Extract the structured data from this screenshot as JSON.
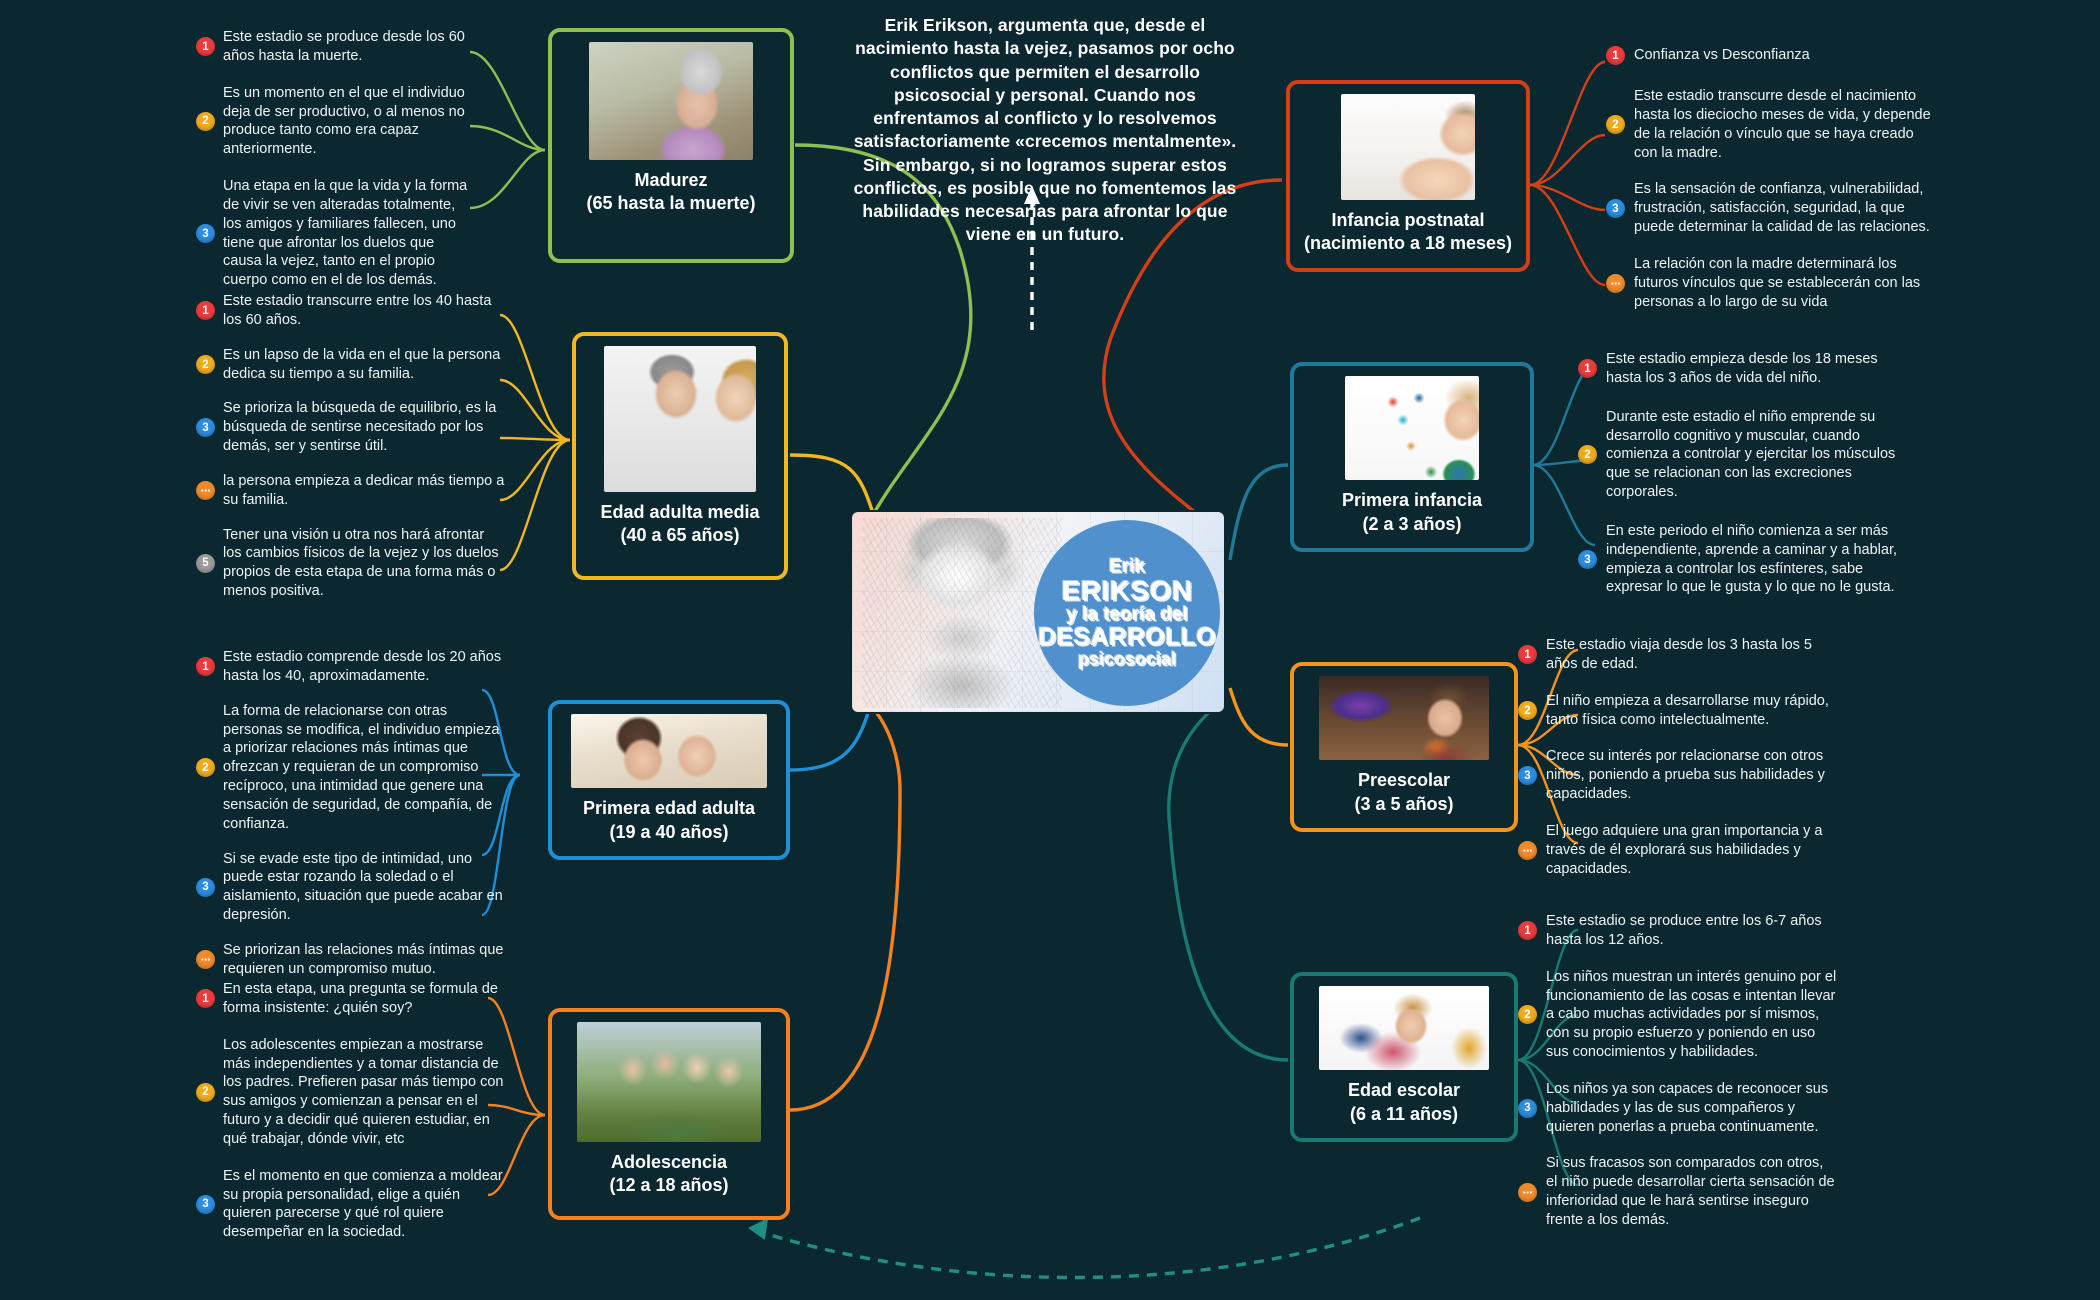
{
  "header": {
    "paragraph": "Erik Erikson,  argumenta que, desde el nacimiento hasta la vejez, pasamos por ocho conflictos que permiten el desarrollo psicosocial y personal. Cuando nos enfrentamos al conflicto y lo resolvemos satisfactoriamente «crecemos mentalmente». Sin embargo, si no logramos superar estos conflictos, es posible que no fomentemos las habilidades necesarias para afrontar lo que viene en un futuro."
  },
  "center": {
    "line1": "Erik",
    "line2": "ERIKSON",
    "line3": "y la teoría del",
    "line4": "DESARROLLO",
    "line5": "psicosocial",
    "disc_color": "#4f90cd",
    "portrait_name": "erik-erikson-portrait"
  },
  "palette": {
    "background": "#0b2730",
    "text": "#eef3f5",
    "badge1": "#ec3b3b",
    "badge2": "#f0ab1d",
    "badge3": "#2b8ce0",
    "badge4": "#f08a2c",
    "badge5": "#9a9a9a"
  },
  "stages": [
    {
      "id": "madurez",
      "title": "Madurez",
      "range": "(65 hasta la muerte)",
      "color": "#8cc152",
      "side": "left",
      "photo": "elderly-woman-photo",
      "bullets": [
        {
          "n": "1",
          "text": "Este estadio se produce desde los 60 años hasta la muerte."
        },
        {
          "n": "2",
          "text": "Es un momento en el que el individuo deja de ser productivo, o al menos no produce tanto como era capaz anteriormente."
        },
        {
          "n": "3",
          "text": "Una etapa en la que la vida y la forma de vivir se ven alteradas totalmente, los amigos y familiares fallecen, uno tiene que afrontar los duelos que causa la vejez, tanto en el propio cuerpo como en el de los demás."
        }
      ]
    },
    {
      "id": "edad-adulta-media",
      "title": "Edad adulta media",
      "range": "(40 a 65 años)",
      "color": "#f2b824",
      "side": "left",
      "photo": "middle-aged-couple-photo",
      "bullets": [
        {
          "n": "1",
          "text": "Este estadio transcurre entre los 40 hasta los 60 años."
        },
        {
          "n": "2",
          "text": "Es un lapso de la vida en el que la persona dedica su tiempo a su familia."
        },
        {
          "n": "3",
          "text": "Se prioriza la búsqueda de equilibrio, es la búsqueda de sentirse necesitado por los demás, ser y sentirse útil."
        },
        {
          "n": "4",
          "text": "la persona empieza a dedicar más tiempo a su familia."
        },
        {
          "n": "5",
          "text": "Tener una visión u otra nos hará afrontar los cambios físicos de la vejez y los duelos propios de esta etapa de una forma más o menos positiva."
        }
      ]
    },
    {
      "id": "primera-edad-adulta",
      "title": "Primera edad adulta",
      "range": "(19 a 40 años)",
      "color": "#1f8fd6",
      "side": "left",
      "photo": "young-couple-photo",
      "bullets": [
        {
          "n": "1",
          "text": "Este estadio comprende desde los 20 años hasta los 40, aproximadamente."
        },
        {
          "n": "2",
          "text": "La forma de relacionarse con otras personas se modifica, el individuo empieza a priorizar relaciones más íntimas que ofrezcan y requieran de un compromiso recíproco, una intimidad que genere una sensación de seguridad, de compañía, de confianza."
        },
        {
          "n": "3",
          "text": "Si se evade este tipo de intimidad, uno puede estar rozando la soledad o el aislamiento, situación que puede acabar en depresión."
        },
        {
          "n": "4",
          "text": "Se priorizan las relaciones más íntimas que requieren un compromiso mutuo."
        }
      ]
    },
    {
      "id": "adolescencia",
      "title": "Adolescencia",
      "range": "(12 a 18 años)",
      "color": "#f4801f",
      "side": "left",
      "photo": "teenagers-group-photo",
      "bullets": [
        {
          "n": "1",
          "text": "En esta etapa, una pregunta se formula de forma insistente: ¿quién soy?"
        },
        {
          "n": "2",
          "text": "Los adolescentes empiezan a mostrarse más independientes y a tomar distancia de los padres. Prefieren pasar más tiempo con sus amigos y comienzan a pensar en el futuro y a decidir qué quieren estudiar, en qué trabajar, dónde vivir, etc"
        },
        {
          "n": "3",
          "text": "Es el momento en que comienza a moldear su propia personalidad, elige a quién quieren parecerse y qué rol quiere desempeñar en la sociedad."
        }
      ]
    },
    {
      "id": "infancia-postnatal",
      "title": "Infancia postnatal",
      "range": "(nacimiento a 18 meses)",
      "color": "#d43f17",
      "side": "right",
      "photo": "baby-photo",
      "bullets": [
        {
          "n": "1",
          "text": "Confianza vs Desconfianza"
        },
        {
          "n": "2",
          "text": "Este estadio transcurre desde el nacimiento hasta los dieciocho meses de vida, y depende de la relación o vínculo que se haya creado con la madre."
        },
        {
          "n": "3",
          "text": "Es la sensación de confianza, vulnerabilidad, frustración, satisfacción, seguridad, la que puede determinar la calidad de las relaciones."
        },
        {
          "n": "4",
          "text": "La relación con la madre determinará los futuros vínculos que se establecerán con las personas a lo largo de su vida"
        }
      ]
    },
    {
      "id": "primera-infancia",
      "title": "Primera infancia",
      "range": "(2 a 3 años)",
      "color": "#1f7a99",
      "side": "right",
      "photo": "toddler-with-globe-photo",
      "bullets": [
        {
          "n": "1",
          "text": "Este estadio empieza desde los 18 meses hasta los 3 años de vida del niño."
        },
        {
          "n": "2",
          "text": "Durante este estadio el niño emprende su desarrollo cognitivo y muscular, cuando comienza a controlar y ejercitar los músculos que se relacionan con las excreciones corporales."
        },
        {
          "n": "3",
          "text": "En este periodo el niño comienza a ser más independiente, aprende a caminar y a hablar, empieza a controlar los esfínteres, sabe expresar lo que le gusta y lo que no le gusta."
        }
      ]
    },
    {
      "id": "preescolar",
      "title": "Preescolar",
      "range": "(3 a 5 años)",
      "color": "#f2941f",
      "side": "right",
      "photo": "preschool-child-painting-photo",
      "bullets": [
        {
          "n": "1",
          "text": "Este estadio viaja desde los 3 hasta los 5 años de edad."
        },
        {
          "n": "2",
          "text": "El niño empieza a desarrollarse muy rápido, tanto física como intelectualmente."
        },
        {
          "n": "3",
          "text": "Crece su interés por relacionarse con otros niños, poniendo a prueba sus habilidades y capacidades."
        },
        {
          "n": "4",
          "text": "El juego adquiere una gran importancia y a través de él explorará sus habilidades y capacidades."
        }
      ]
    },
    {
      "id": "edad-escolar",
      "title": "Edad escolar",
      "range": "(6 a 11 años)",
      "color": "#187a72",
      "side": "right",
      "photo": "school-child-reading-photo",
      "bullets": [
        {
          "n": "1",
          "text": "Este estadio se produce entre los 6-7 años hasta los 12 años."
        },
        {
          "n": "2",
          "text": "Los niños muestran un interés genuino por el funcionamiento de las cosas e intentan llevar a cabo muchas actividades por sí mismos, con su propio esfuerzo y poniendo en uso sus conocimientos y habilidades."
        },
        {
          "n": "3",
          "text": "Los niños ya son capaces de reconocer sus habilidades y las de sus compañeros y quieren ponerlas a prueba continuamente."
        },
        {
          "n": "4",
          "text": "Si sus fracasos son comparados con otros, el niño puede desarrollar cierta sensación de inferioridad que le hará sentirse inseguro frente a los demás."
        }
      ]
    }
  ]
}
